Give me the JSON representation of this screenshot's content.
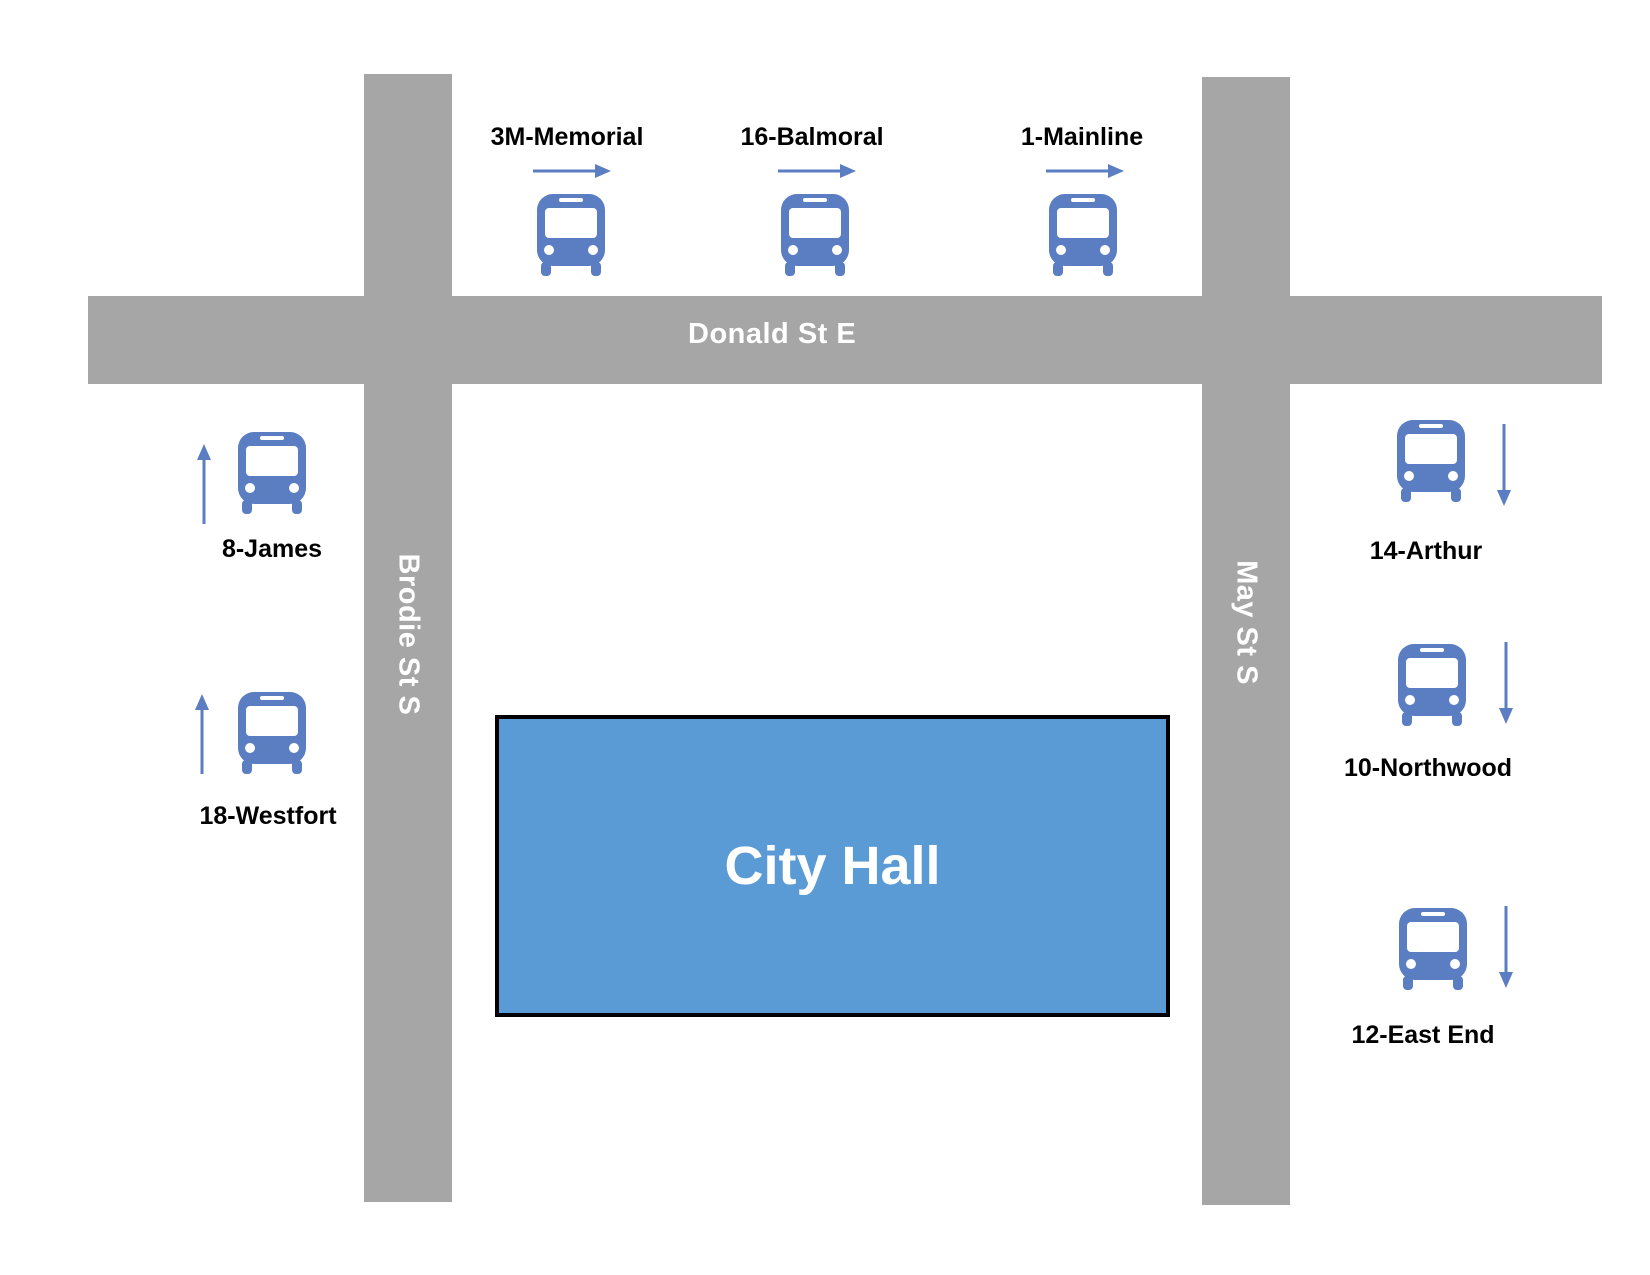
{
  "colors": {
    "road": "#a6a6a6",
    "bus": "#5b7dc1",
    "building": "#5b9bd5",
    "label": "#000000",
    "road_text": "#ffffff"
  },
  "roads": {
    "donald": "Donald St E",
    "brodie": "Brodie St S",
    "may": "May St S"
  },
  "building": {
    "label": "City Hall"
  },
  "routes": {
    "memorial": {
      "label": "3M-Memorial",
      "direction": "east",
      "icon": "bus-icon"
    },
    "balmoral": {
      "label": "16-Balmoral",
      "direction": "east",
      "icon": "bus-icon"
    },
    "mainline": {
      "label": "1-Mainline",
      "direction": "east",
      "icon": "bus-icon"
    },
    "james": {
      "label": "8-James",
      "direction": "north",
      "icon": "bus-icon"
    },
    "westfort": {
      "label": "18-Westfort",
      "direction": "north",
      "icon": "bus-icon"
    },
    "arthur": {
      "label": "14-Arthur",
      "direction": "south",
      "icon": "bus-icon"
    },
    "northwood": {
      "label": "10-Northwood",
      "direction": "south",
      "icon": "bus-icon"
    },
    "eastend": {
      "label": "12-East End",
      "direction": "south",
      "icon": "bus-icon"
    }
  }
}
